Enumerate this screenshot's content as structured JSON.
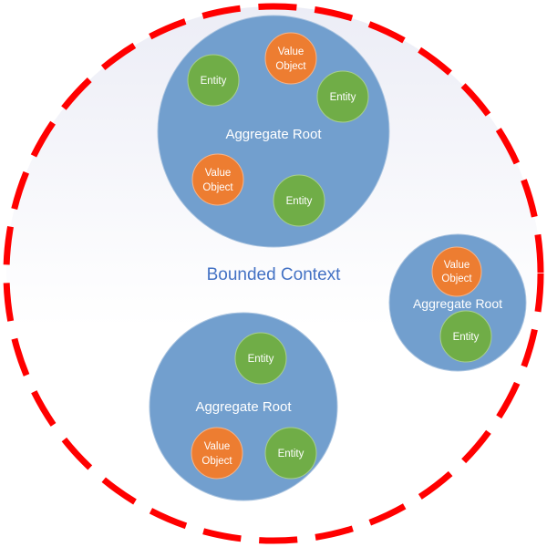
{
  "colors": {
    "boundary_stroke": "#FF0000",
    "boundary_fill_top": "#ECEDF6",
    "boundary_fill_bottom": "#FFFFFF",
    "aggregate": "#729FCE",
    "entity": "#70AD47",
    "value_object": "#ED7D31",
    "context_label": "#4472C4",
    "inner_text": "#FFFFFF"
  },
  "bounded_context": {
    "label": "Bounded Context"
  },
  "aggregates": [
    {
      "label": "Aggregate Root",
      "children": [
        {
          "type": "value_object",
          "line1": "Value",
          "line2": "Object"
        },
        {
          "type": "entity",
          "line1": "Entity"
        },
        {
          "type": "entity",
          "line1": "Entity"
        },
        {
          "type": "value_object",
          "line1": "Value",
          "line2": "Object"
        },
        {
          "type": "entity",
          "line1": "Entity"
        }
      ]
    },
    {
      "label": "Aggregate Root",
      "children": [
        {
          "type": "value_object",
          "line1": "Value",
          "line2": "Object"
        },
        {
          "type": "entity",
          "line1": "Entity"
        }
      ]
    },
    {
      "label": "Aggregate Root",
      "children": [
        {
          "type": "entity",
          "line1": "Entity"
        },
        {
          "type": "value_object",
          "line1": "Value",
          "line2": "Object"
        },
        {
          "type": "entity",
          "line1": "Entity"
        }
      ]
    }
  ]
}
